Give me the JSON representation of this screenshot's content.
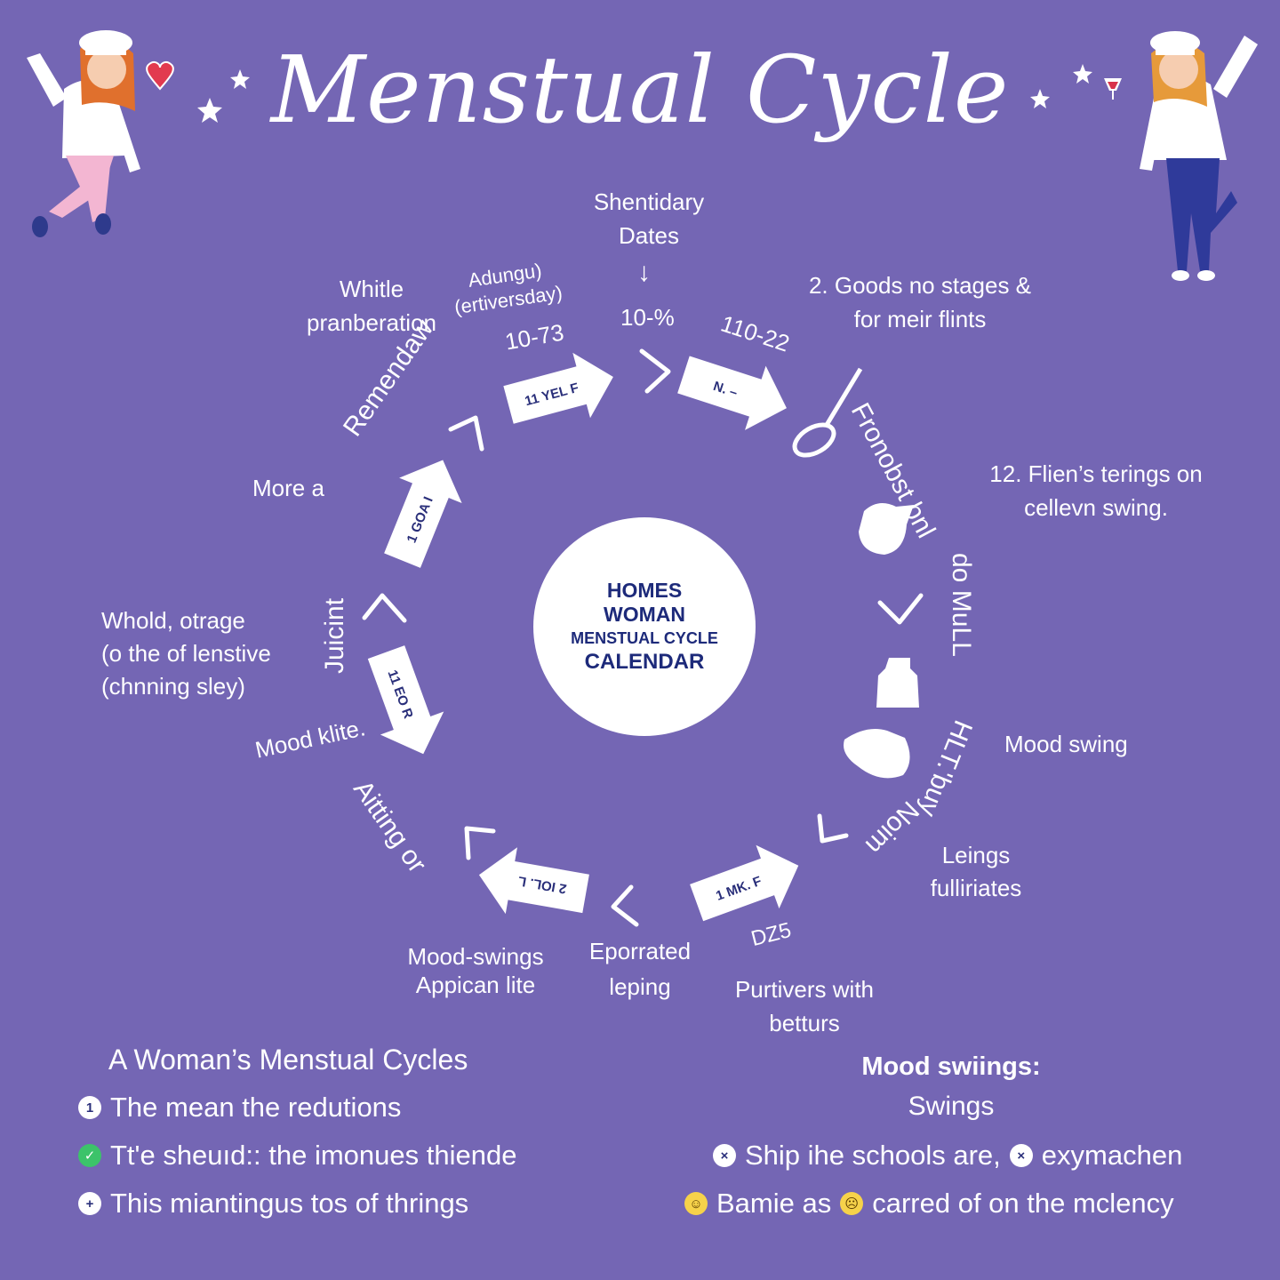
{
  "header": {
    "title": "Menstual Cycle"
  },
  "cycle": {
    "top_label": "Shentidary\nDates",
    "center": {
      "line1": "HOMES",
      "line2": "WOMAN",
      "line3": "MENSTUAL CYCLE",
      "line4": "CALENDAR"
    },
    "outer_labels": {
      "whitle": "Whitle\npranberation",
      "adungu": "Adungu)\n(ertiversday)",
      "goods": "2. Goods no stages &\nfor meir flints",
      "more_a": "More a",
      "fliens": "12. Flien’s terings on\ncellevn swing.",
      "whold": "Whold, otrage\n(o the of lenstive\n(chnning sley)",
      "mood_klite": "Mood klite.",
      "mood_swing_right": "Mood swing",
      "leings": "Leings\nfulliriates",
      "mood_swings_app": "Mood-swings\nAppican lite",
      "eporrated": "Eporrated\nleping",
      "purtivers": "Purtivers with\nbetturs"
    },
    "numbers": {
      "n1073": "10-73",
      "n109": "10-%",
      "n11022": "110-22",
      "dz5": "DZ5"
    },
    "ring_words": {
      "remendaw": "Remendaw",
      "fronobst": "Fronobst bnl",
      "do_mull": "do MuLL",
      "hlt_buy": "HLT.'buy",
      "noim": "Noim",
      "juicint": "Juicint",
      "aitting": "Aitting or"
    },
    "arrow_labels": {
      "a1": "11 YEL F",
      "a2": "N. –",
      "a3": "1 GOA I",
      "a4": "11 EO R",
      "a5": "2 IOL. L",
      "a6": "1 MK. F"
    }
  },
  "bottom_left": {
    "heading": "A Woman’s Menstual Cycles",
    "items": [
      {
        "icon": "number-one-icon",
        "glyph": "1",
        "text": "The mean the redutions"
      },
      {
        "icon": "checkmark-icon",
        "glyph": "✓",
        "text": "Tt'e sheuıd:: the imonues thiende"
      },
      {
        "icon": "plus-icon",
        "glyph": "+",
        "text": "This miantingus tos of thrings"
      }
    ]
  },
  "bottom_right": {
    "heading": "Mood swiings:",
    "subheading": "Swings",
    "row1": {
      "icon1": "×",
      "text1": "Ship ihe schools are,",
      "icon2": "×",
      "text2": "eхymachen"
    },
    "row2": {
      "icon1": "☺",
      "text1": "Bamie as",
      "icon2": "☹",
      "text2": "carred of on the mclency"
    }
  },
  "colors": {
    "background": "#7466b4",
    "foreground": "#ffffff",
    "center_text": "#1d2a7a",
    "heart": "#e23a4f"
  }
}
